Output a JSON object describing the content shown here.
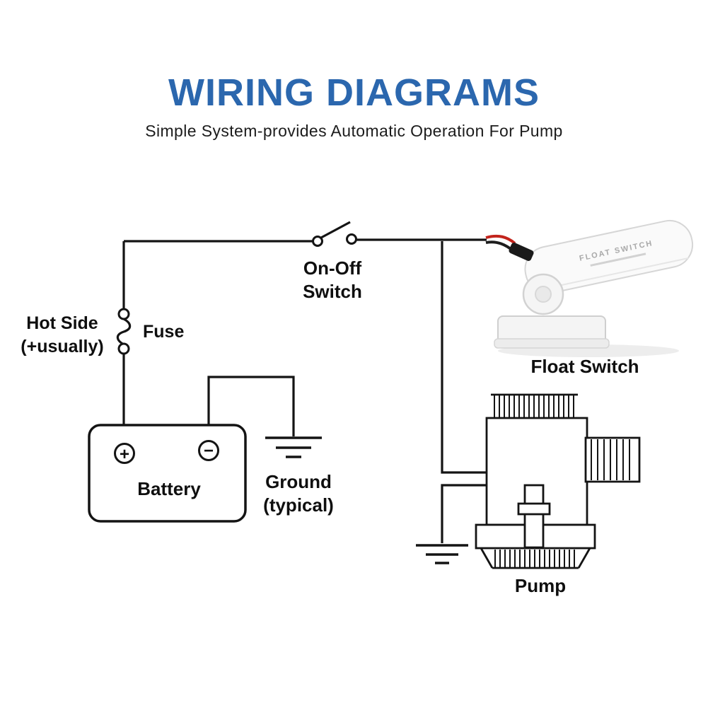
{
  "header": {
    "title": "WIRING DIAGRAMS",
    "subtitle": "Simple System-provides Automatic Operation For Pump"
  },
  "diagram": {
    "hot_side": {
      "line1": "Hot Side",
      "line2": "(+usually)"
    },
    "fuse_label": "Fuse",
    "switch_label": {
      "line1": "On-Off",
      "line2": "Switch"
    },
    "battery_label": "Battery",
    "battery_plus": "+",
    "battery_minus": "−",
    "ground_label": {
      "line1": "Ground",
      "line2": "(typical)"
    },
    "float_switch_label": "Float Switch",
    "float_switch_device_text": "FLOAT SWITCH",
    "pump_label": "Pump"
  },
  "colors": {
    "title_blue": "#2B67AE",
    "wire_black": "#141414",
    "wire_red": "#C3241C",
    "text_black": "#0F0F0F"
  }
}
